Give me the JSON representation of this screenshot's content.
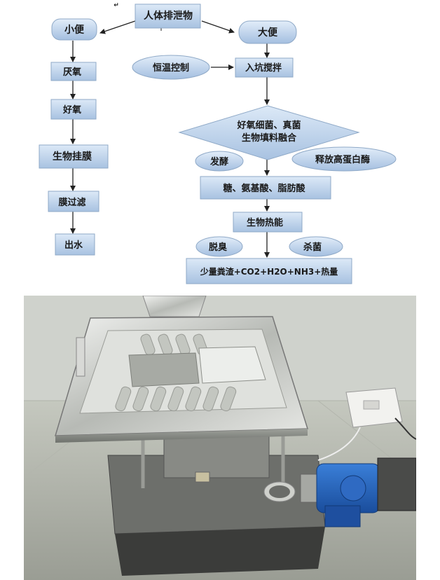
{
  "diagram": {
    "top": "人体排泄物",
    "urine": "小便",
    "feces": "大便",
    "anaerobic": "厌氧",
    "aerobic": "好氧",
    "biofilm": "生物挂膜",
    "membrane": "膜过滤",
    "water_out": "出水",
    "thermostat": "恒温控制",
    "stirring": "入坑搅拌",
    "fusion_line1": "好氧细菌、真菌",
    "fusion_line2": "生物填料融合",
    "ferment": "发酵",
    "protease": "释放高蛋白酶",
    "products": "糖、氨基酸、脂肪酸",
    "heat": "生物热能",
    "deodor": "脱臭",
    "sterilize": "杀菌",
    "final": "少量粪渣+CO2+H2O+NH3+热量",
    "mark": "↵"
  },
  "colors": {
    "box_top": "#d4e3f4",
    "box_bottom": "#a9c3e2",
    "box_border": "#8fa9c7",
    "arrow": "#222222"
  },
  "photo": {
    "icons": [
      "stainless-steel-toilet-pan",
      "metal-base-tank",
      "blue-gear-motor",
      "control-box"
    ]
  }
}
